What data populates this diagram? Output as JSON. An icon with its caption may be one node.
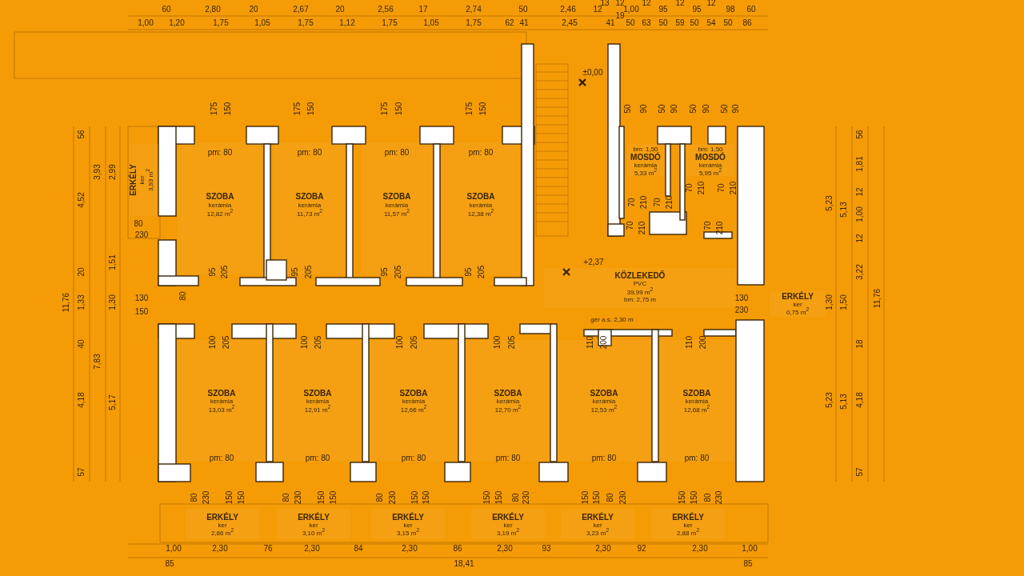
{
  "diagram": {
    "nodes": [
      {
        "text": [
          "ERKÉLY",
          "ker",
          "3,93 m$^{2}$"
        ]
      },
      {
        "text": [
          "pm: 80",
          "SZOBA",
          "kerámia",
          "12,82 m$^{2}$"
        ]
      },
      {
        "text": [
          "pm: 80",
          "SZOBA",
          "kerámia",
          "11,73 m$^{2}$"
        ]
      },
      {
        "text": [
          "pm: 80",
          "SZOBA",
          "kerámia",
          "11,57 m$^{2}$"
        ]
      },
      {
        "text": [
          "pm: 80",
          "SZOBA",
          "kerámia",
          "12,38 m$^{2}$"
        ]
      },
      {
        "text": [
          "bm: 1,50",
          "MOSDÓ",
          "kerámia",
          "5,33 m$^{2}$"
        ]
      },
      {
        "text": [
          "bm: 1,50",
          "MOSDÓ",
          "kerámia",
          "5,95 m$^{2}$"
        ]
      },
      {
        "text": [
          "KÖZLEKEDŐ",
          "PVC",
          "39,99 m$^{2}$",
          "bm: 2,75 m"
        ]
      },
      {
        "text": [
          "ERKÉLY",
          "ker",
          "0,75 m$^{2}$"
        ]
      },
      {
        "text": [
          "SZOBA",
          "kerámia",
          "13,03 m$^{2}$",
          "pm: 80"
        ]
      },
      {
        "text": [
          "SZOBA",
          "kerámia",
          "12,91 m$^{2}$",
          "pm: 80"
        ]
      },
      {
        "text": [
          "SZOBA",
          "kerámia",
          "12,66 m$^{2}$",
          "pm: 80"
        ]
      },
      {
        "text": [
          "SZOBA",
          "kerámia",
          "12,70 m$^{2}$",
          "pm: 80"
        ]
      },
      {
        "text": [
          "SZOBA",
          "kerámia",
          "12,53 m$^{2}$",
          "pm: 80"
        ]
      },
      {
        "text": [
          "SZOBA",
          "kerámia",
          "12,68 m$^{2}$",
          "pm: 80"
        ]
      },
      {
        "text": [
          "ERKÉLY",
          "ker",
          "2,86 m$^{2}$"
        ]
      },
      {
        "text": [
          "ERKÉLY",
          "ker",
          "3,10 m$^{2}$"
        ]
      },
      {
        "text": [
          "ERKÉLY",
          "ker",
          "3,15 m$^{2}$"
        ]
      },
      {
        "text": [
          "ERKÉLY",
          "ker",
          "3,19 m$^{2}$"
        ]
      },
      {
        "text": [
          "ERKÉLY",
          "ker",
          "3,23 m$^{2}$"
        ]
      },
      {
        "text": [
          "ERKÉLY",
          "ker",
          "2,88 m$^{2}$"
        ]
      }
    ],
    "edges": [],
    "labels": [
      "13",
      "12",
      "12",
      "12",
      "12",
      "60",
      "2,80",
      "20",
      "2,67",
      "20",
      "2,56",
      "17",
      "2,74",
      "50",
      "2,46",
      "12",
      "1,00",
      "95",
      "95",
      "98",
      "60",
      "19",
      "1,00",
      "1,20",
      "1,75",
      "1,05",
      "1,75",
      "1,12",
      "1,75",
      "1,05",
      "1,75",
      "62",
      "41",
      "2,45",
      "41",
      "50",
      "63",
      "50",
      "59",
      "50",
      "54",
      "50",
      "86",
      "±0,00",
      "175",
      "150",
      "175",
      "150",
      "175",
      "150",
      "175",
      "150",
      "50",
      "90",
      "50",
      "90",
      "50",
      "90",
      "50",
      "90",
      "56",
      "56",
      "3,93",
      "2,99",
      "1,81",
      "4,52",
      "70",
      "210",
      "70",
      "210",
      "70",
      "210",
      "70",
      "210",
      "5,23",
      "5,13",
      "12",
      "1,00",
      "80",
      "230",
      "70",
      "210",
      "70",
      "210",
      "12",
      "20",
      "1,51",
      "95",
      "205",
      "95",
      "205",
      "95",
      "205",
      "95",
      "205",
      "+2,37",
      "3,22",
      "11,76",
      "1,33",
      "1,30",
      "130",
      "150",
      "80",
      "130",
      "230",
      "1,30",
      "1,50",
      "11,76",
      "gér a.s. 2,30 m",
      "40",
      "100",
      "205",
      "100",
      "205",
      "100",
      "205",
      "100",
      "205",
      "110",
      "200",
      "110",
      "200",
      "18",
      "7,83",
      "4,18",
      "5,17",
      "5,23",
      "5,13",
      "4,18",
      "57",
      "57",
      "80",
      "230",
      "150",
      "150",
      "80",
      "230",
      "150",
      "150",
      "80",
      "230",
      "150",
      "150",
      "150",
      "150",
      "80",
      "230",
      "150",
      "150",
      "80",
      "230",
      "150",
      "150",
      "80",
      "230",
      "1,00",
      "2,30",
      "76",
      "2,30",
      "84",
      "2,30",
      "86",
      "2,30",
      "93",
      "2,30",
      "92",
      "2,30",
      "1,00",
      "85",
      "18,41",
      "85"
    ]
  }
}
